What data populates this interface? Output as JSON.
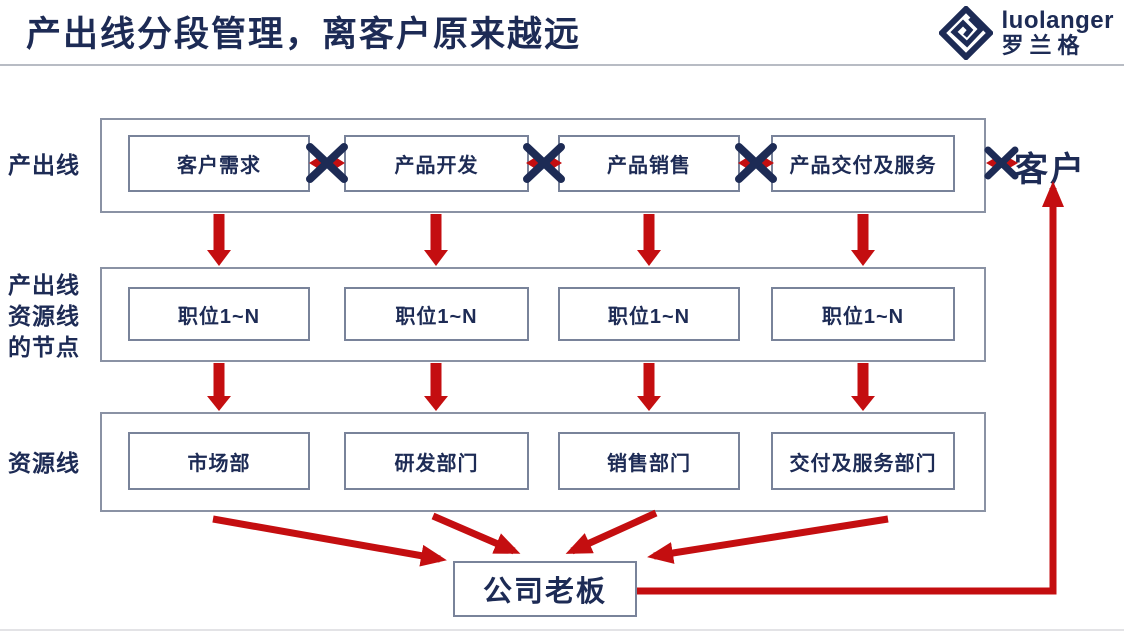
{
  "header": {
    "title": "产出线分段管理，离客户原来越远",
    "logo": {
      "name": "luolanger",
      "cn": "罗兰格"
    }
  },
  "colors": {
    "navy": "#1d2b55",
    "red": "#c40e10",
    "container_border": "#8a92a4",
    "box_border": "#79839a"
  },
  "diagram": {
    "rows": [
      {
        "label": "产出线",
        "boxes": [
          "客户需求",
          "产品开发",
          "产品销售",
          "产品交付及服务"
        ]
      },
      {
        "label": "产出线\n资源线\n的节点",
        "boxes": [
          "职位1~N",
          "职位1~N",
          "职位1~N",
          "职位1~N"
        ]
      },
      {
        "label": "资源线",
        "boxes": [
          "市场部",
          "研发部门",
          "销售部门",
          "交付及服务部门"
        ]
      }
    ],
    "customer_label": "客户",
    "boss_label": "公司老板"
  }
}
